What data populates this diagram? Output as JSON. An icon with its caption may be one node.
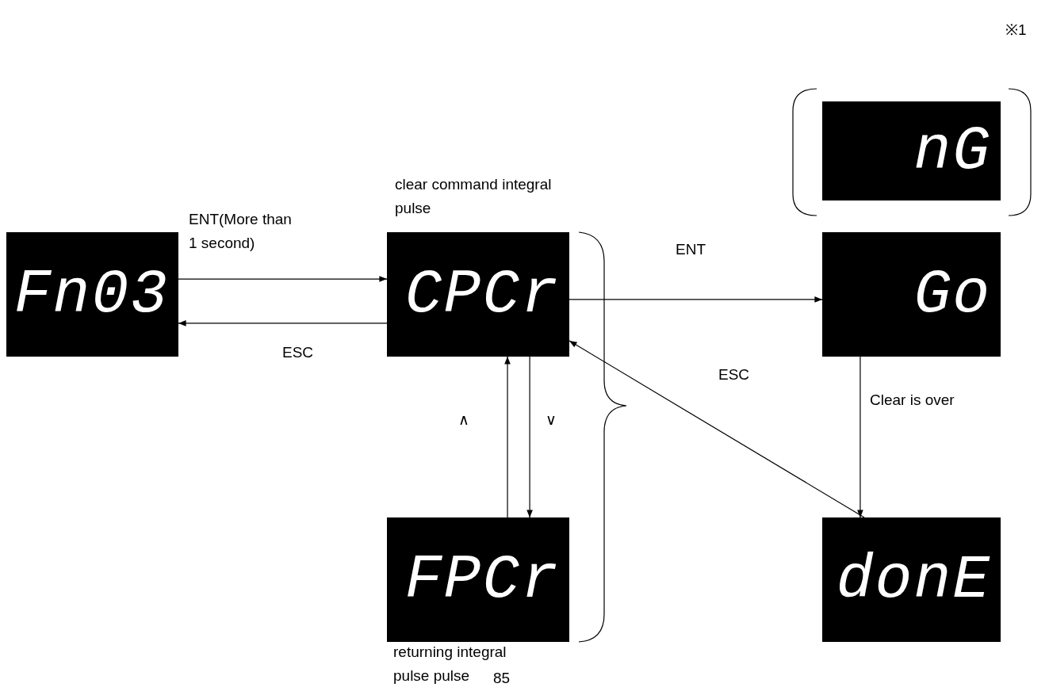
{
  "diagram": {
    "nodes": [
      {
        "text": [
          "Fn03"
        ]
      },
      {
        "text": [
          "CPCr"
        ],
        "beside": [
          "clear command integral pulse"
        ]
      },
      {
        "text": [
          "FPCr"
        ],
        "beside": [
          "returning integral pulse pulse"
        ]
      },
      {
        "text": [
          "nG"
        ]
      },
      {
        "text": [
          "Go"
        ]
      },
      {
        "text": [
          "donE"
        ]
      }
    ],
    "edges": [
      {
        "from": 0,
        "to": 1,
        "arrow": "to",
        "label": "ENT(More than 1 second)"
      },
      {
        "from": 1,
        "to": 0,
        "arrow": "to",
        "label": "ESC"
      },
      {
        "from": 2,
        "to": 1,
        "arrow": "to",
        "label": "∧"
      },
      {
        "from": 1,
        "to": 2,
        "arrow": "to",
        "label": "∨"
      },
      {
        "from": 1,
        "to": 4,
        "arrow": "to",
        "label": "ENT"
      },
      {
        "from": 4,
        "to": 5,
        "arrow": "to",
        "label": "Clear is over"
      },
      {
        "from": 5,
        "to": 1,
        "arrow": "to",
        "label": "ESC"
      }
    ],
    "labels": [
      "※1",
      "85"
    ]
  }
}
